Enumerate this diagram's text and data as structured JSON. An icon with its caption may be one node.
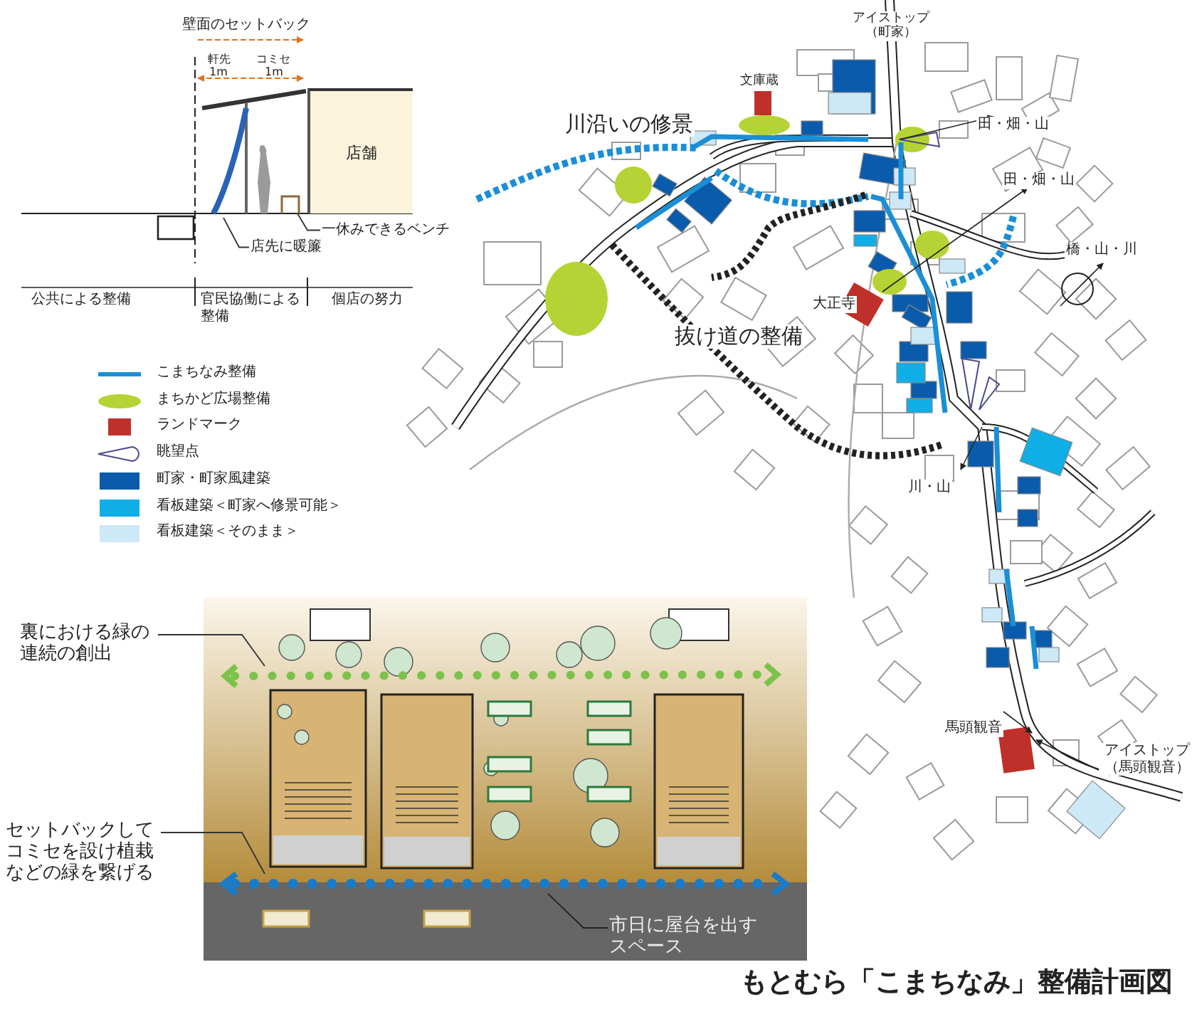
{
  "diagram": {
    "title": "もとむら「こまちなみ」整備計画図",
    "nodes": [
      {
        "text": [
          "店舗"
        ]
      },
      {
        "text": [
          "店先に暖簾"
        ]
      },
      {
        "text": [
          "一休みできるベンチ"
        ]
      },
      {
        "text": [
          "裏における緑の連続の創出"
        ]
      },
      {
        "text": [
          "セットバックしてコミセを設け植栽などの緑を繋げる"
        ]
      },
      {
        "text": [
          "市日に屋台を出すスペース"
        ]
      },
      {
        "text": [],
        "shape": "picture"
      }
    ],
    "edges": [
      {
        "from": 1,
        "to": null,
        "arrow": "none"
      },
      {
        "from": 2,
        "to": 6,
        "arrow": "none"
      },
      {
        "from": 3,
        "to": null,
        "arrow": "none"
      },
      {
        "from": 4,
        "to": null,
        "arrow": "none"
      },
      {
        "from": 5,
        "to": null,
        "arrow": "none"
      }
    ],
    "labels": [
      "壁面のセットバック",
      "軒先",
      "1m",
      "コミセ",
      "1m",
      "公共による整備",
      "官民協働による整備",
      "個店の努力",
      "アイストップ（町家）",
      "文庫蔵",
      "川沿いの修景",
      "田・畑・山",
      "田・畑・山",
      "橋・山・川",
      "大正寺",
      "抜け道の整備",
      "川・山",
      "馬頭観音",
      "アイストップ（馬頭観音）"
    ],
    "legend": [
      {
        "text": "こまちなみ整備"
      },
      {
        "text": "まちかど広場整備",
        "color": "#b5d334"
      },
      {
        "text": "ランドマーク",
        "color": "#c0302a"
      },
      {
        "text": "眺望点"
      },
      {
        "text": "町家・町家風建築",
        "color": "#0a5bab"
      },
      {
        "text": "看板建築＜町家へ修景可能＞",
        "color": "#10aee6"
      },
      {
        "text": "看板建築＜そのまま＞",
        "color": "#cde8f6"
      }
    ]
  }
}
